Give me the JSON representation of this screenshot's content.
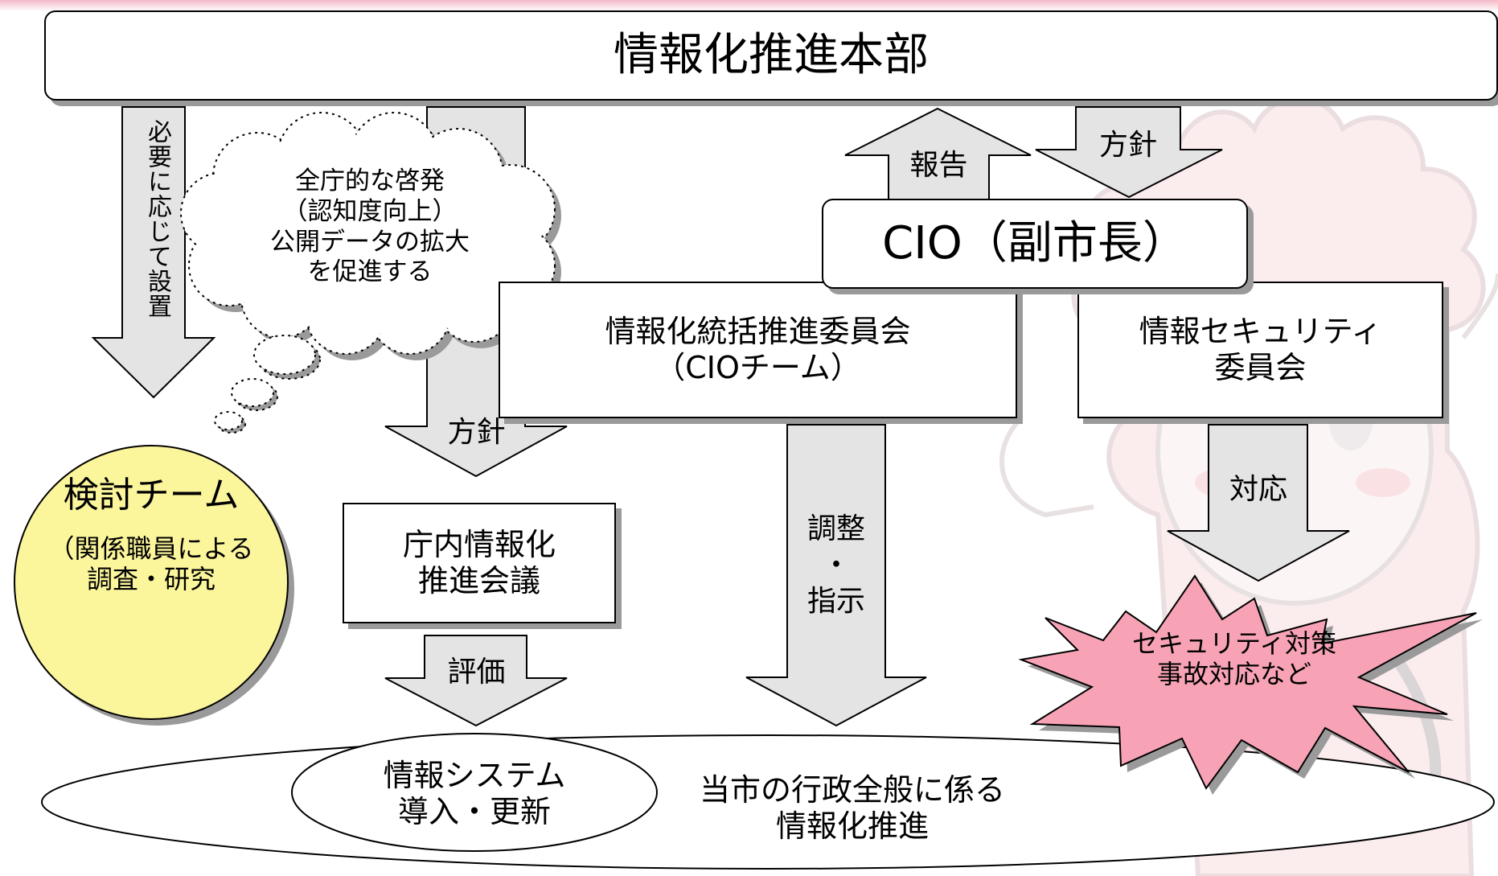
{
  "hq": "情報化推進本部",
  "cio": "CIO（副市長）",
  "committee": {
    "line1": "情報化統括推進委員会",
    "line2": "（CIOチーム）"
  },
  "security_committee": {
    "line1": "情報セキュリティ",
    "line2": "委員会"
  },
  "team": {
    "title": "検討チーム",
    "line1": "（関係職員による",
    "line2": "調査・研究"
  },
  "thought": {
    "line1": "全庁的な啓発",
    "line2": "（認知度向上）",
    "line3": "公開データの拡大",
    "line4": "を促進する"
  },
  "council": {
    "line1": "庁内情報化",
    "line2": "推進会議"
  },
  "system": {
    "line1": "情報システム",
    "line2": "導入・更新"
  },
  "overall": {
    "line1": "当市の行政全般に係る",
    "line2": "情報化推進"
  },
  "security_burst": {
    "line1": "セキュリティ対策",
    "line2": "事故対応など"
  },
  "arrows": {
    "setup": "必要に応じて設置",
    "report": "報告",
    "policy_top": "方針",
    "policy_mid": "方針",
    "evaluate": "評価",
    "coordinate_1": "調整",
    "coordinate_dot": "・",
    "coordinate_2": "指示",
    "respond": "対応"
  },
  "colors": {
    "arrow_fill": "#e4e4e4",
    "team_fill": "#fbf59c",
    "burst_fill": "#f7a3b5",
    "shadow": "#9a9a9a",
    "mascot_pink": "#f6c6cc"
  }
}
